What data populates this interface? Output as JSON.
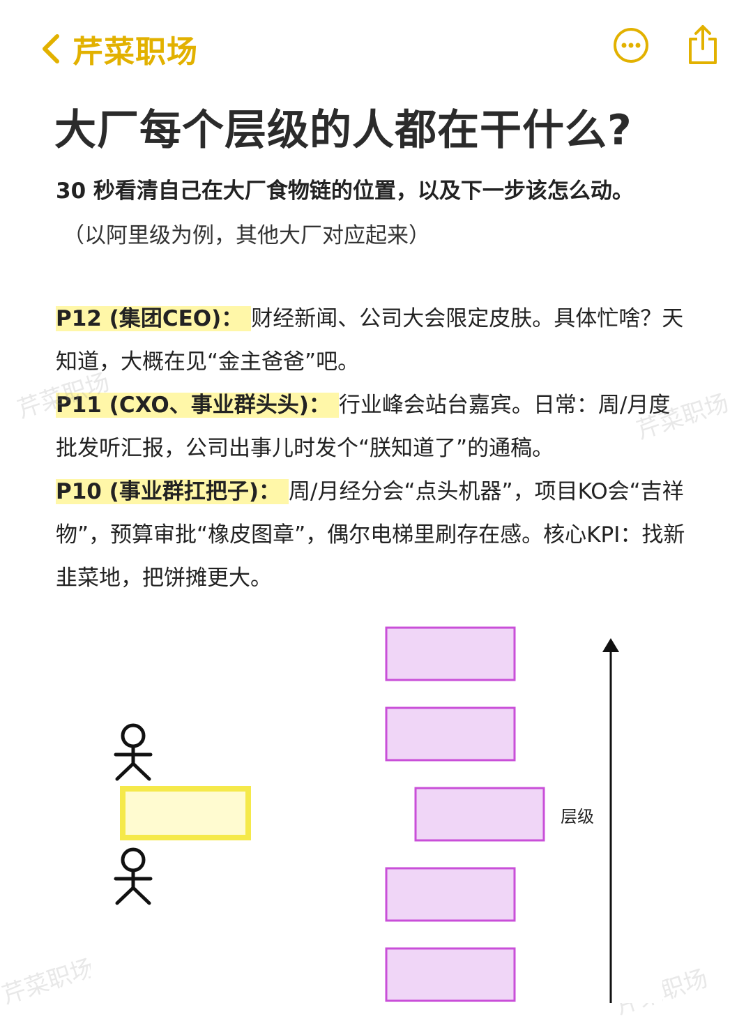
{
  "nav": {
    "back_label": "芹菜职场",
    "more_icon": "more-dots-icon",
    "share_icon": "share-icon",
    "accent": "#e2b100"
  },
  "article": {
    "title": "大厂每个层级的人都在干什么?",
    "subtitle": "30 秒看清自己在大厂食物链的位置，以及下一步该怎么动。",
    "note": "（以阿里级为例，其他大厂对应起来）",
    "levels": [
      {
        "label": "P12 (集团CEO)：",
        "text": "财经新闻、公司大会限定皮肤。具体忙啥？天知道，大概在见“金主爸爸”吧。"
      },
      {
        "label": "P11 (CXO、事业群头头)：",
        "text": "行业峰会站台嘉宾。日常：周/月度批发听汇报，公司出事儿时发个“朕知道了”的通稿。"
      },
      {
        "label": "P10 (事业群扛把子)：",
        "text": "周/月经分会“点头机器”，项目KO会“吉祥物”，预算审批“橡皮图章”，偶尔电梯里刷存在感。核心KPI：找新韭菜地，把饼摊更大。"
      }
    ]
  },
  "watermark": "芹菜职场",
  "diagram": {
    "axis_label": "层级",
    "highlight_color": "#f5e94a",
    "box_color": "#c94fd8",
    "box_fill": "#f0d6f7"
  }
}
